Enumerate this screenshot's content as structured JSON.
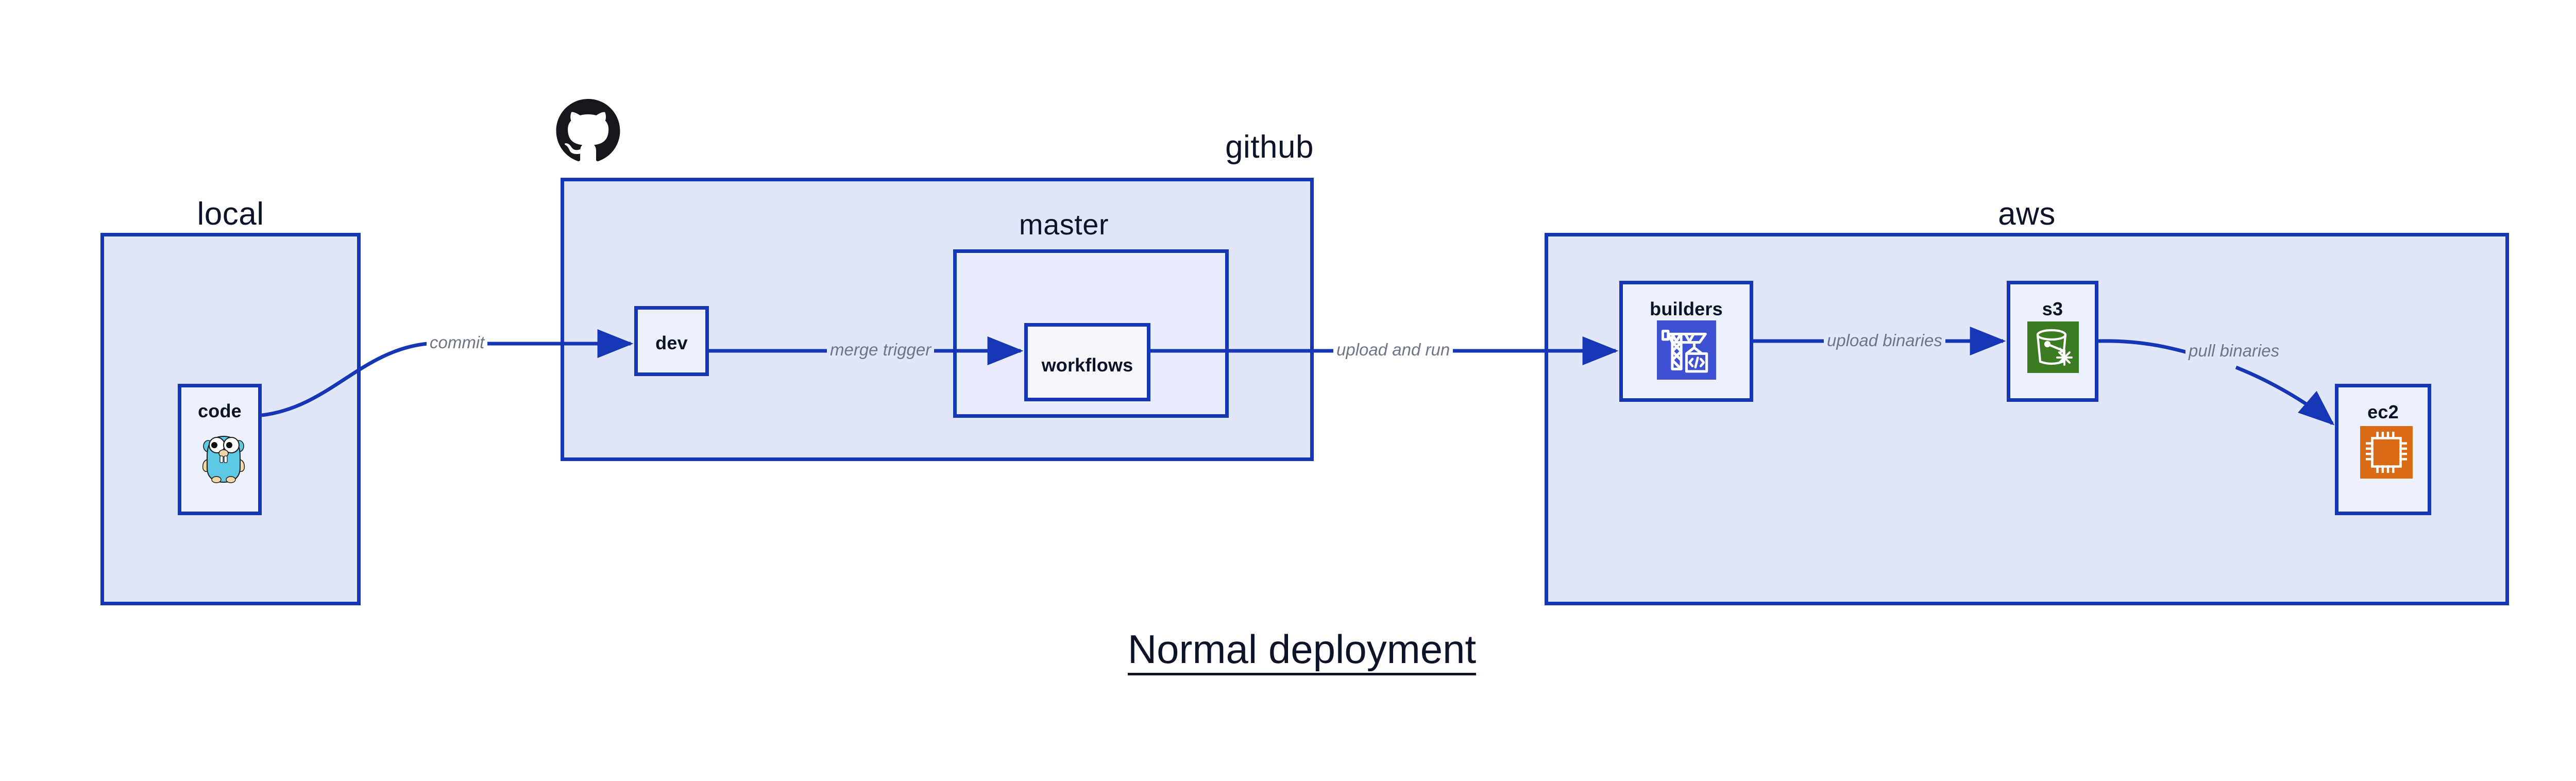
{
  "title": "Normal deployment",
  "colors": {
    "group_border": "#1537b5",
    "group_fill": "#e1e6f8",
    "node_fill": "#edf0fd",
    "arrow": "#1537b5",
    "edge_label_text": "#6f7587",
    "heading_text": "#0d1328",
    "builders_icon_bg": "#3f51d3",
    "s3_icon_bg": "#3b7c23",
    "ec2_icon_bg": "#d96a16",
    "gopher_body": "#5dc9e2",
    "github_mark": "#16161d"
  },
  "groups": [
    {
      "id": "local",
      "label": "local"
    },
    {
      "id": "github",
      "label": "github"
    },
    {
      "id": "aws",
      "label": "aws"
    }
  ],
  "subgroups": [
    {
      "id": "master",
      "label": "master",
      "parent": "github"
    }
  ],
  "nodes": [
    {
      "id": "code",
      "label": "code",
      "group": "local",
      "icon": "go-gopher-icon"
    },
    {
      "id": "dev",
      "label": "dev",
      "group": "github",
      "icon": null
    },
    {
      "id": "workflows",
      "label": "workflows",
      "group": "master",
      "icon": null
    },
    {
      "id": "builders",
      "label": "builders",
      "group": "aws",
      "icon": "crane-code-icon"
    },
    {
      "id": "s3",
      "label": "s3",
      "group": "aws",
      "icon": "s3-bucket-icon"
    },
    {
      "id": "ec2",
      "label": "ec2",
      "group": "aws",
      "icon": "ec2-chip-icon"
    }
  ],
  "edges": [
    {
      "id": "commit",
      "from": "code",
      "to": "dev",
      "label": "commit"
    },
    {
      "id": "merge-trigger",
      "from": "dev",
      "to": "workflows",
      "label": "merge trigger"
    },
    {
      "id": "upload-and-run",
      "from": "workflows",
      "to": "builders",
      "label": "upload and run"
    },
    {
      "id": "upload-binaries",
      "from": "builders",
      "to": "s3",
      "label": "upload binaries"
    },
    {
      "id": "pull-binaries",
      "from": "s3",
      "to": "ec2",
      "label": "pull binaries"
    }
  ],
  "icons": {
    "github_mark": "github-octocat-icon"
  }
}
